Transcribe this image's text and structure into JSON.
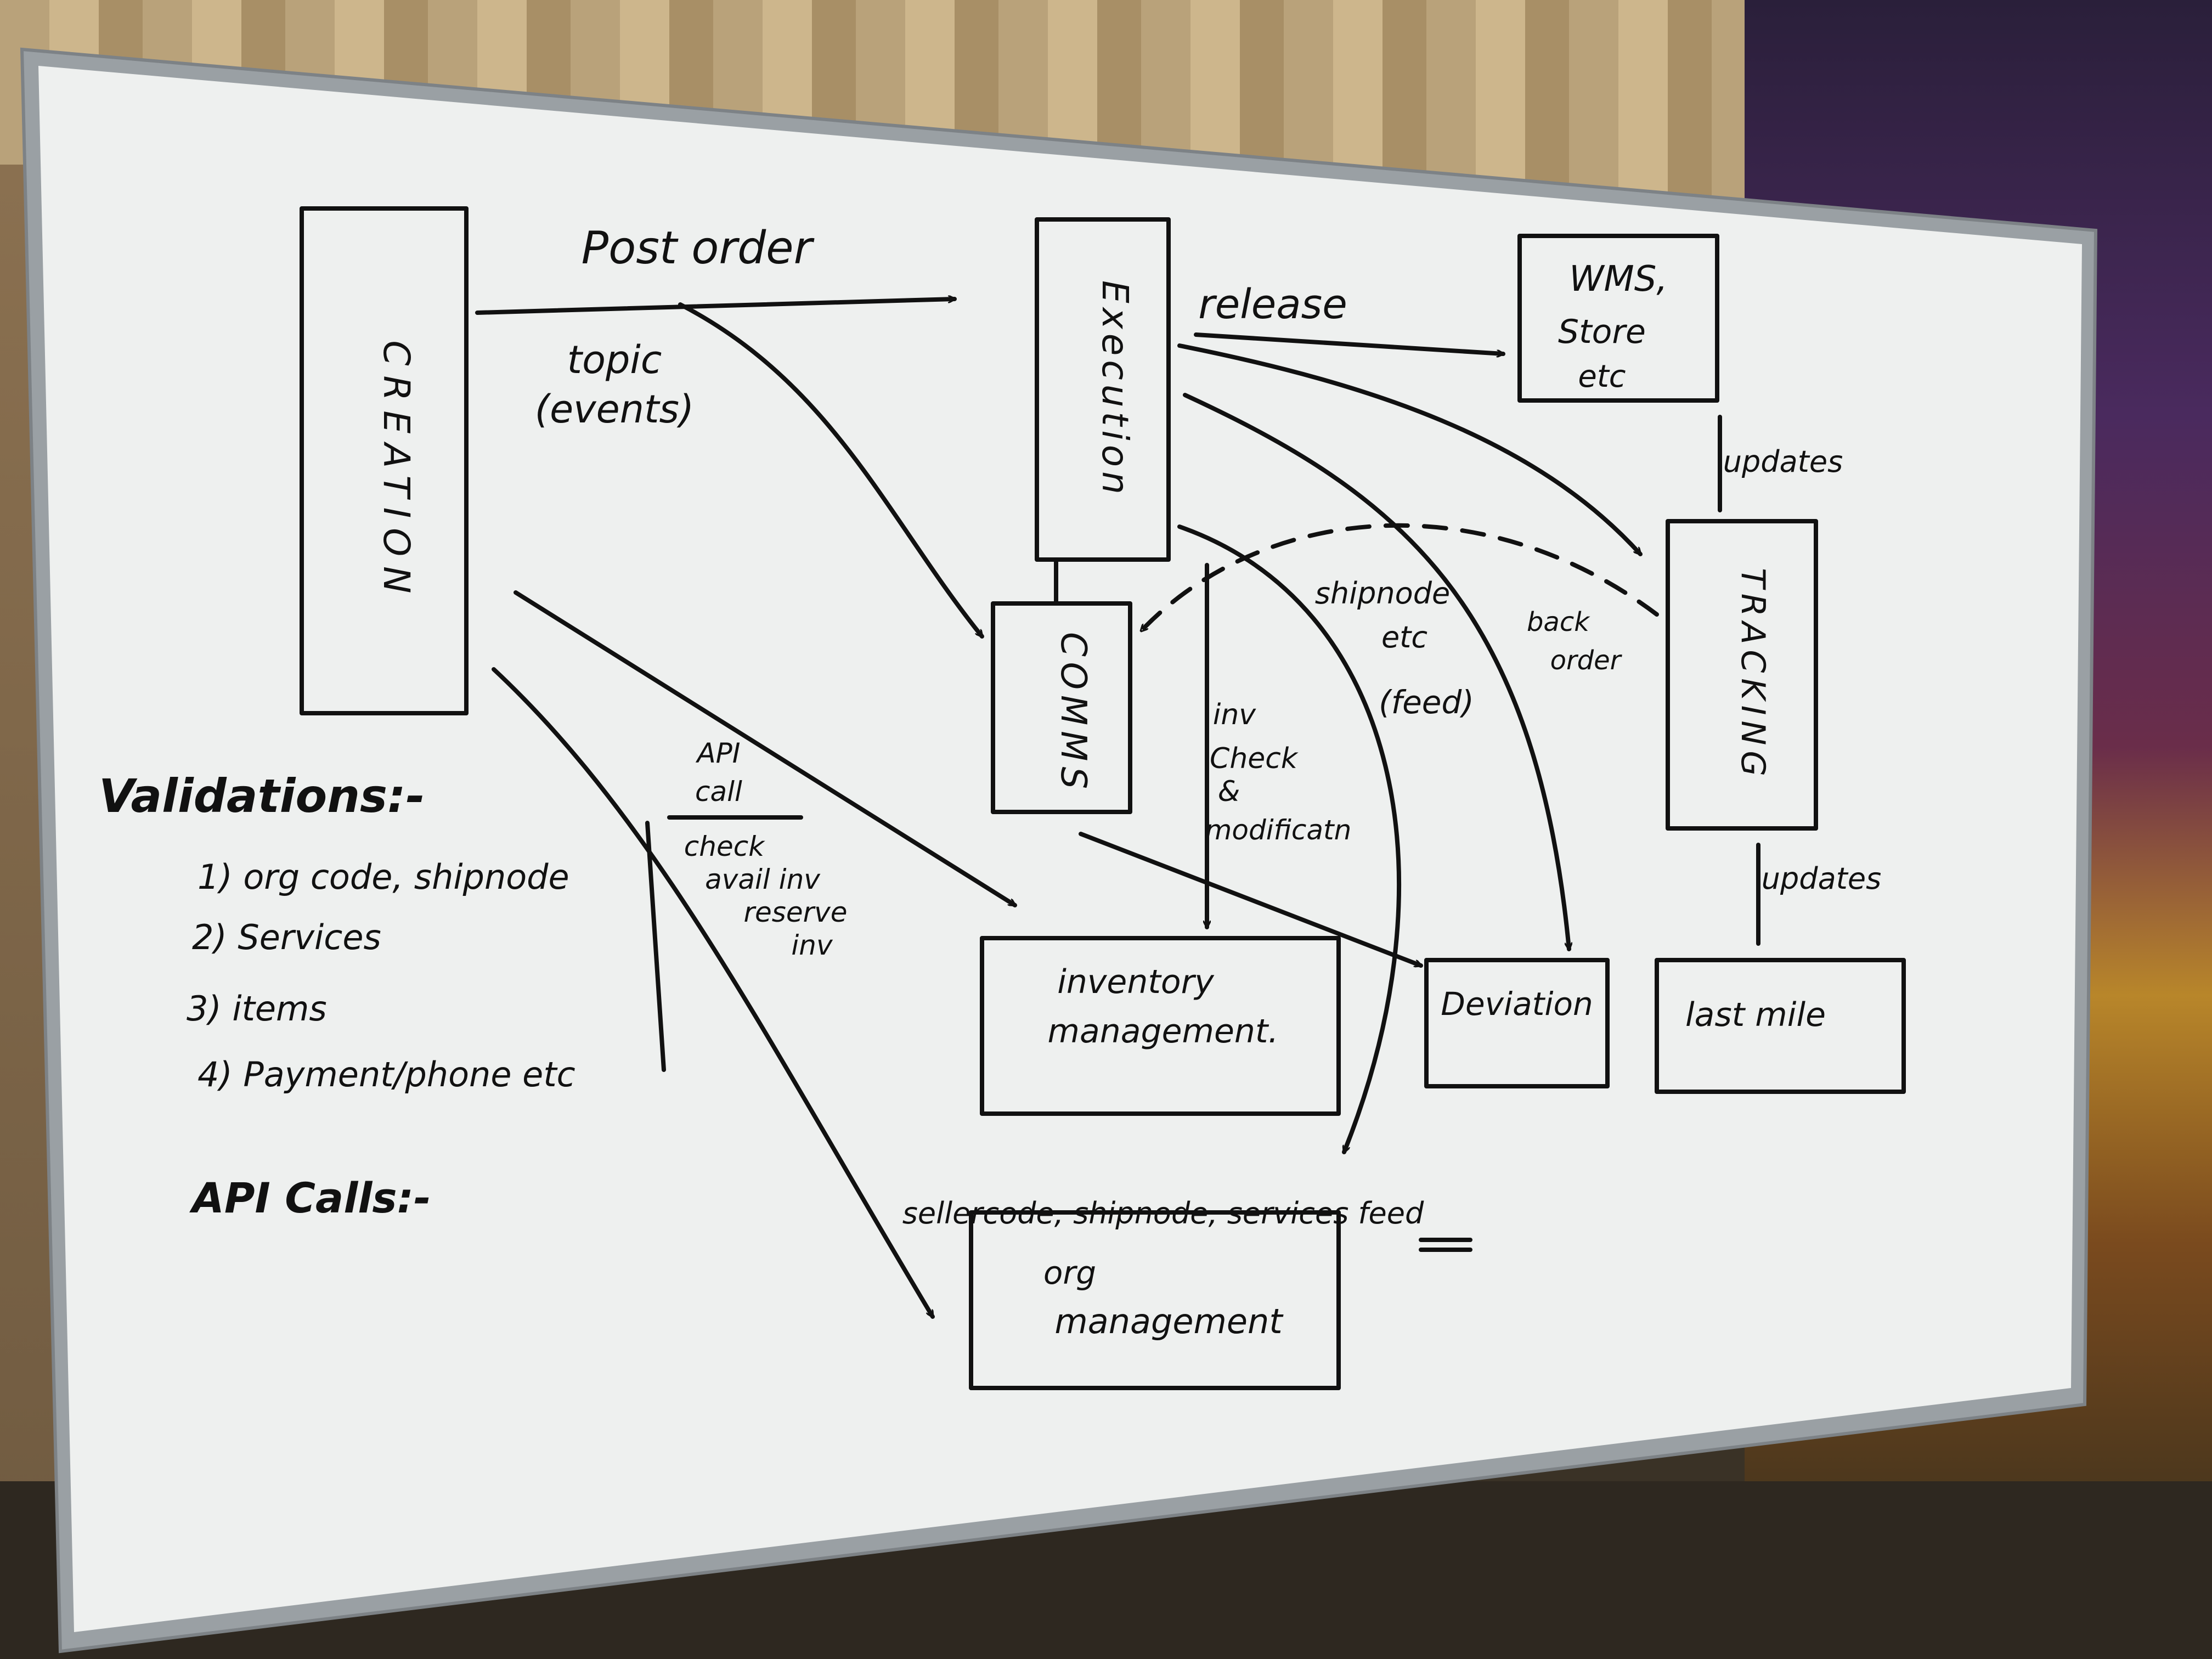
{
  "boxes": {
    "creation": "CREATION",
    "execution": "Execution",
    "comms": "COMMS",
    "tracking": "TRACKING",
    "wms": "WMS, Store etc",
    "wms_line1": "WMS,",
    "wms_line2": "Store",
    "wms_line3": "etc",
    "inventory_line1": "inventory",
    "inventory_line2": "management.",
    "deviation": "Deviation",
    "last_mile": "last mile",
    "org_line1": "org",
    "org_line2": "management"
  },
  "labels": {
    "post_order": "Post order",
    "topic": "topic",
    "events": "(events)",
    "release": "release",
    "updates_top": "updates",
    "updates_bottom": "updates",
    "shipnode_line1": "shipnode",
    "shipnode_line2": "etc",
    "shipnode_line3": "(feed)",
    "back_order_line1": "back",
    "back_order_line2": "order",
    "inv_line1": "inv",
    "inv_line2": "Check",
    "inv_line3": "&",
    "inv_line4": "modificatn",
    "api_line1": "API",
    "api_line2": "call",
    "api_line3": "check",
    "api_line4": "avail inv",
    "api_line5": "reserve",
    "api_line6": "inv",
    "feed_title": "sellercode, shipnode, services feed"
  },
  "validations": {
    "title": "Validations:-",
    "items": [
      "1) org code, shipnode",
      "2) Services",
      "3) items",
      "4) Payment/phone etc"
    ]
  },
  "api_calls": "API Calls:-"
}
